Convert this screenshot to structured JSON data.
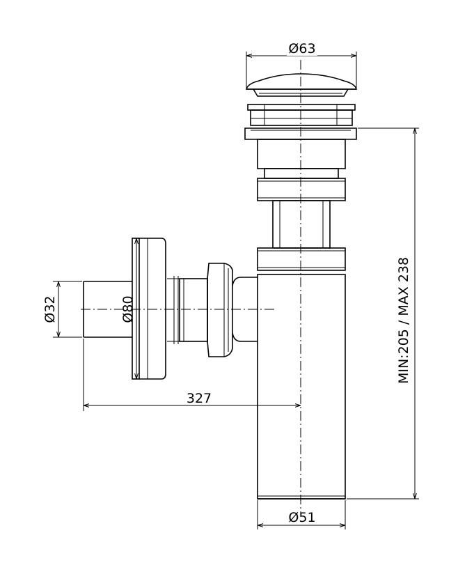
{
  "dimensions": {
    "top_diameter": "Ø63",
    "bottom_diameter": "Ø51",
    "outlet_diameter": "Ø32",
    "flange_diameter": "Ø80",
    "horizontal_length": "327",
    "height_range": "MIN:205 / MAX 238"
  }
}
